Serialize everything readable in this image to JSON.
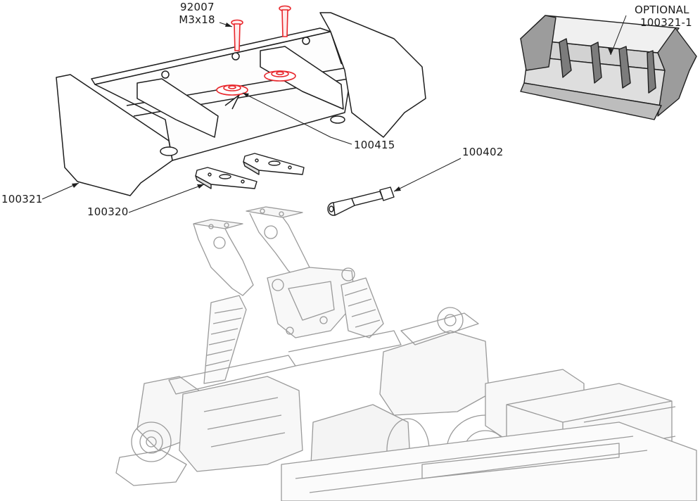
{
  "callouts": {
    "screw_part": "92007",
    "screw_size": "M3x18",
    "optional_word": "OPTIONAL",
    "optional_part": "100321-1",
    "cup_washer": "100415",
    "pin": "100402",
    "wing": "100321",
    "wing_mount": "100320"
  },
  "colors": {
    "highlight": "#e8262b",
    "line": "#1f1f1f",
    "chassis_line": "#9a9a9a",
    "optional_fill_dark": "#9c9c9c",
    "optional_fill_light": "#d2d2d2"
  },
  "icons": [
    "screw-icon",
    "cup-washer-icon",
    "wing-mount-icon",
    "pin-icon",
    "wing-icon",
    "optional-wing-icon",
    "chassis-icon"
  ]
}
